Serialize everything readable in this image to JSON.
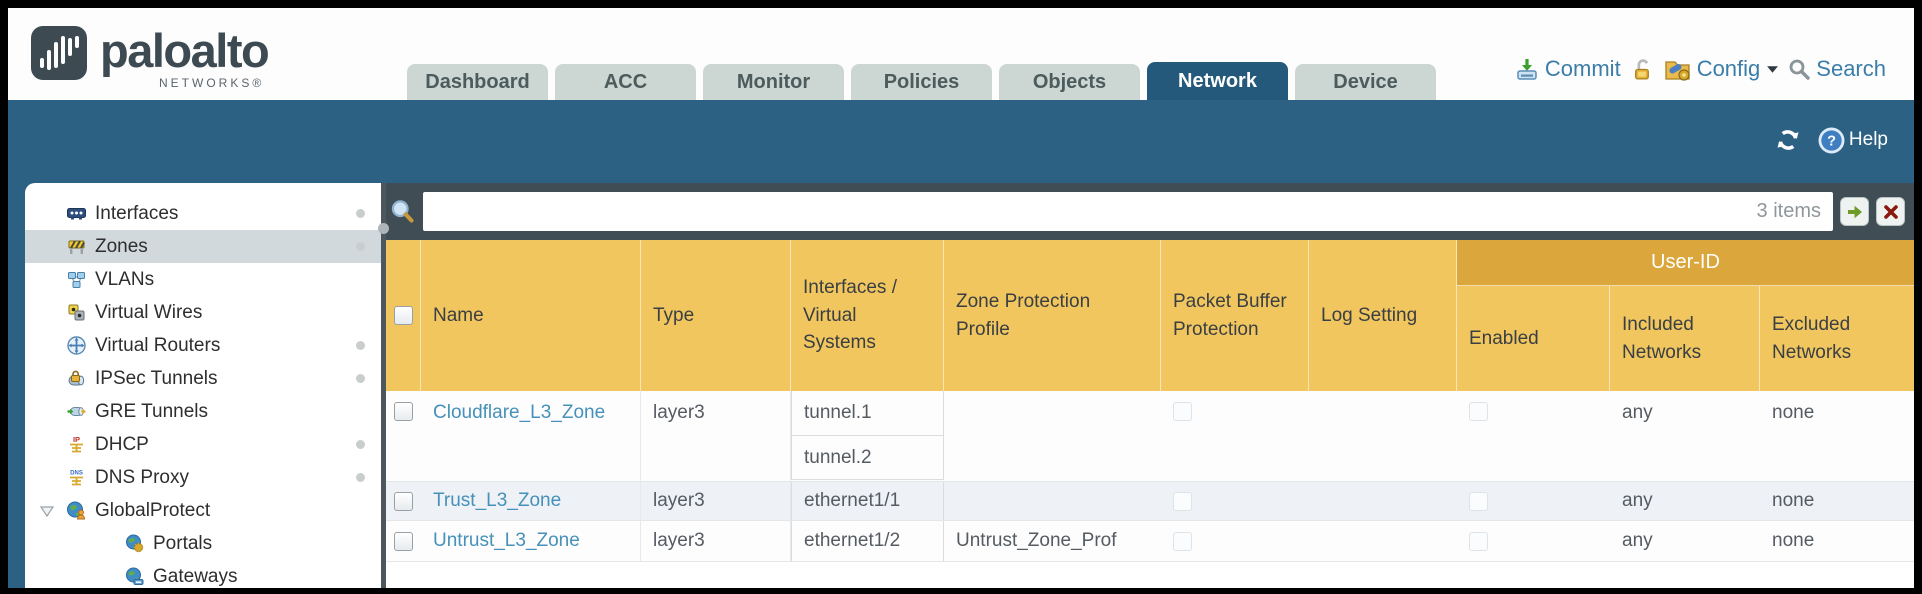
{
  "brand": {
    "name": "paloalto",
    "sub": "NETWORKS®"
  },
  "tabs": {
    "items": [
      "Dashboard",
      "ACC",
      "Monitor",
      "Policies",
      "Objects",
      "Network",
      "Device"
    ],
    "active": "Network"
  },
  "header_actions": {
    "commit": "Commit",
    "config": "Config",
    "search": "Search"
  },
  "toolbar": {
    "help": "Help"
  },
  "sidebar": {
    "selected": "Zones",
    "items": [
      {
        "label": "Interfaces"
      },
      {
        "label": "Zones"
      },
      {
        "label": "VLANs"
      },
      {
        "label": "Virtual Wires"
      },
      {
        "label": "Virtual Routers"
      },
      {
        "label": "IPSec Tunnels"
      },
      {
        "label": "GRE Tunnels"
      },
      {
        "label": "DHCP"
      },
      {
        "label": "DNS Proxy"
      },
      {
        "label": "GlobalProtect"
      },
      {
        "label": "Portals"
      },
      {
        "label": "Gateways"
      }
    ]
  },
  "filterbar": {
    "value": "",
    "items_count": "3 items"
  },
  "table": {
    "group_header": "User-ID",
    "columns": {
      "name": "Name",
      "type": "Type",
      "interfaces": "Interfaces / Virtual Systems",
      "zone_protection_profile": "Zone Protection Profile",
      "packet_buffer_protection": "Packet Buffer Protection",
      "log_setting": "Log Setting",
      "enabled": "Enabled",
      "included_networks": "Included Networks",
      "excluded_networks": "Excluded Networks"
    },
    "rows": [
      {
        "name": "Cloudflare_L3_Zone",
        "type": "layer3",
        "interfaces": [
          "tunnel.1",
          "tunnel.2"
        ],
        "zone_protection_profile": "",
        "log_setting": "",
        "included_networks": "any",
        "excluded_networks": "none"
      },
      {
        "name": "Trust_L3_Zone",
        "type": "layer3",
        "interfaces": [
          "ethernet1/1"
        ],
        "zone_protection_profile": "",
        "log_setting": "",
        "included_networks": "any",
        "excluded_networks": "none"
      },
      {
        "name": "Untrust_L3_Zone",
        "type": "layer3",
        "interfaces": [
          "ethernet1/2"
        ],
        "zone_protection_profile": "Untrust_Zone_Prof",
        "log_setting": "",
        "included_networks": "any",
        "excluded_networks": "none"
      }
    ]
  },
  "colors": {
    "teal_band": "#2d6183",
    "active_tab": "#24597b",
    "slate_bar": "#414d55",
    "header_gold": "#f1c65e",
    "group_gold": "#dba63b",
    "link_blue": "#4691b9"
  }
}
